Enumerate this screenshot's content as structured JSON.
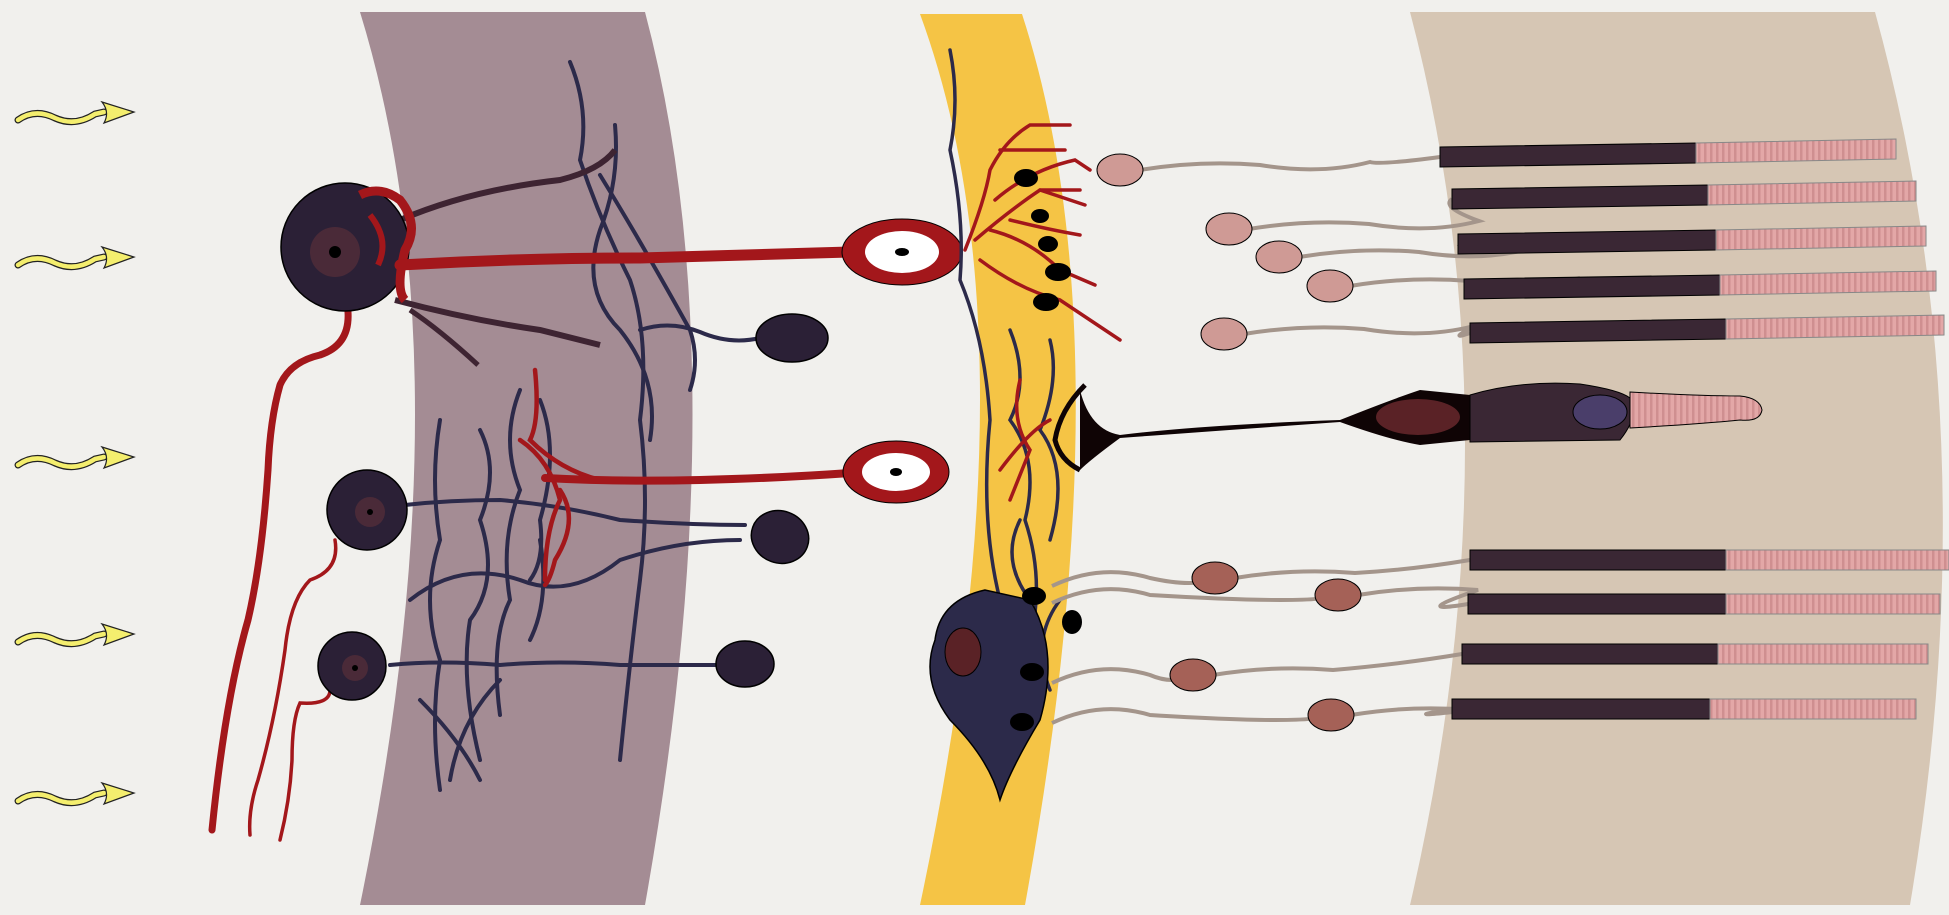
{
  "diagram": {
    "subject": "retina-cell-layers",
    "light_direction": "left-to-right",
    "text_labels": []
  },
  "colors": {
    "background": "#f1f0ed",
    "ganglion_layer": "#a48c94",
    "inner_nuclear_layer": "#f5c445",
    "photoreceptor_layer": "#d6c6b4",
    "light_arrow": "#f4ee6e",
    "ganglion_cell": "#2b2036",
    "dendrite_dark": "#2c2a4a",
    "axon_red": "#a3171b",
    "photoreceptor_body": "#3a2734",
    "outer_segment": "#e3a7a7",
    "rod_nucleus": "#cf9a95",
    "cone_nucleus": "#a56157",
    "connector": "#a4958b",
    "horizontal_cell": "#0f0405"
  },
  "light_arrows": [
    {
      "name": "light-ray-1",
      "icon": "wavy-arrow-icon"
    },
    {
      "name": "light-ray-2",
      "icon": "wavy-arrow-icon"
    },
    {
      "name": "light-ray-3",
      "icon": "wavy-arrow-icon"
    },
    {
      "name": "light-ray-4",
      "icon": "wavy-arrow-icon"
    },
    {
      "name": "light-ray-5",
      "icon": "wavy-arrow-icon"
    }
  ],
  "ganglion_cells": [
    {
      "name": "ganglion-cell-large",
      "icon": "ganglion-soma-icon"
    },
    {
      "name": "ganglion-cell-medium",
      "icon": "ganglion-soma-icon"
    },
    {
      "name": "ganglion-cell-small",
      "icon": "ganglion-soma-icon"
    }
  ],
  "amacrine_cells": [
    {
      "name": "amacrine-cell-1"
    },
    {
      "name": "amacrine-cell-2"
    },
    {
      "name": "amacrine-cell-3"
    }
  ],
  "bipolar_cells": [
    {
      "name": "bipolar-cell-upper"
    },
    {
      "name": "bipolar-cell-lower"
    }
  ],
  "rods": [
    {
      "name": "rod-1"
    },
    {
      "name": "rod-2"
    },
    {
      "name": "rod-3"
    },
    {
      "name": "rod-4"
    },
    {
      "name": "rod-5"
    }
  ],
  "cones": [
    {
      "name": "cone-1"
    },
    {
      "name": "cone-2"
    },
    {
      "name": "cone-3"
    },
    {
      "name": "cone-4"
    }
  ]
}
